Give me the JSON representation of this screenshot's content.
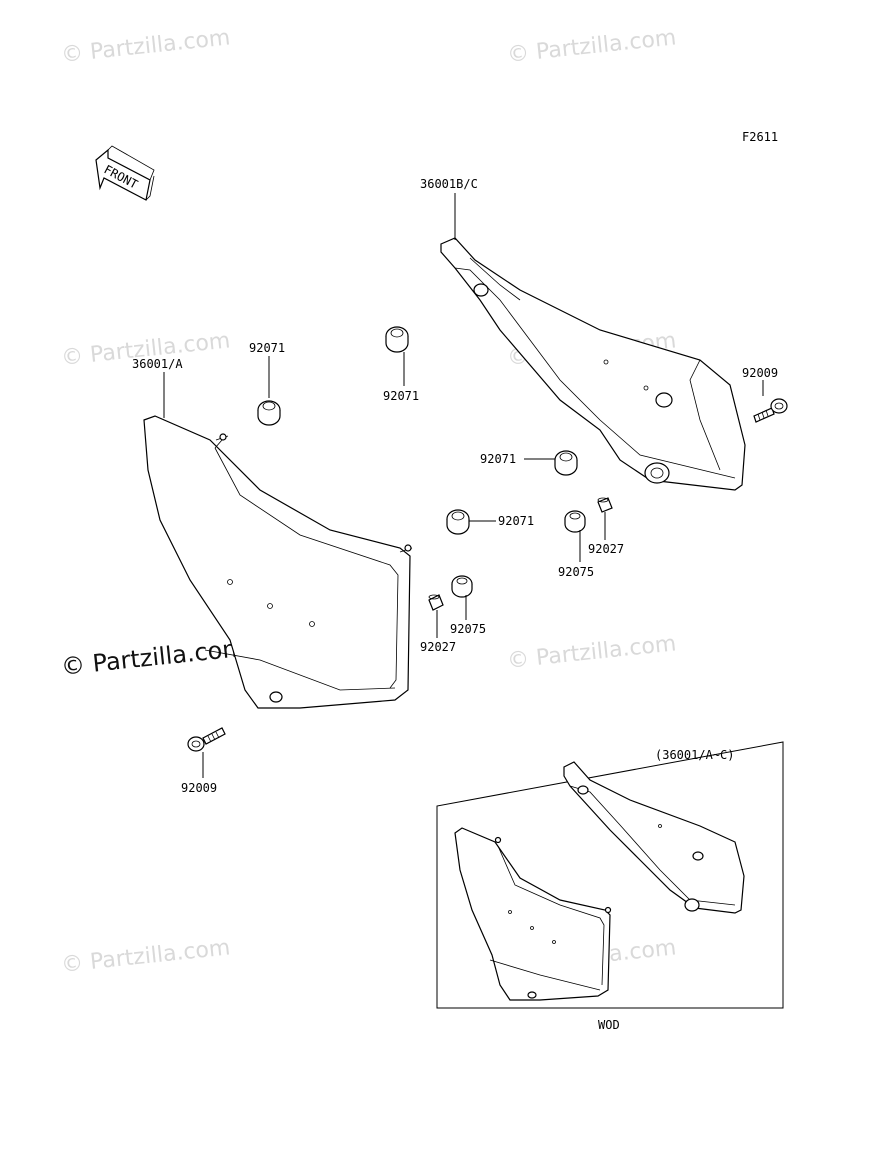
{
  "figure_code": "F2611",
  "front_arrow_label": "FRONT",
  "watermark_text": "© Partzilla.com",
  "callouts": {
    "cover_right": "36001B/C",
    "cover_left": "36001/A",
    "grommet_a": "92071",
    "grommet_b": "92071",
    "grommet_c": "92071",
    "grommet_d": "92071",
    "bolt_right": "92009",
    "bolt_left": "92009",
    "collar_upper": "92075",
    "collar_lower": "92075",
    "bush_upper": "92027",
    "bush_lower": "92027"
  },
  "inset": {
    "title": "(36001/A~C)",
    "caption": "WOD"
  }
}
